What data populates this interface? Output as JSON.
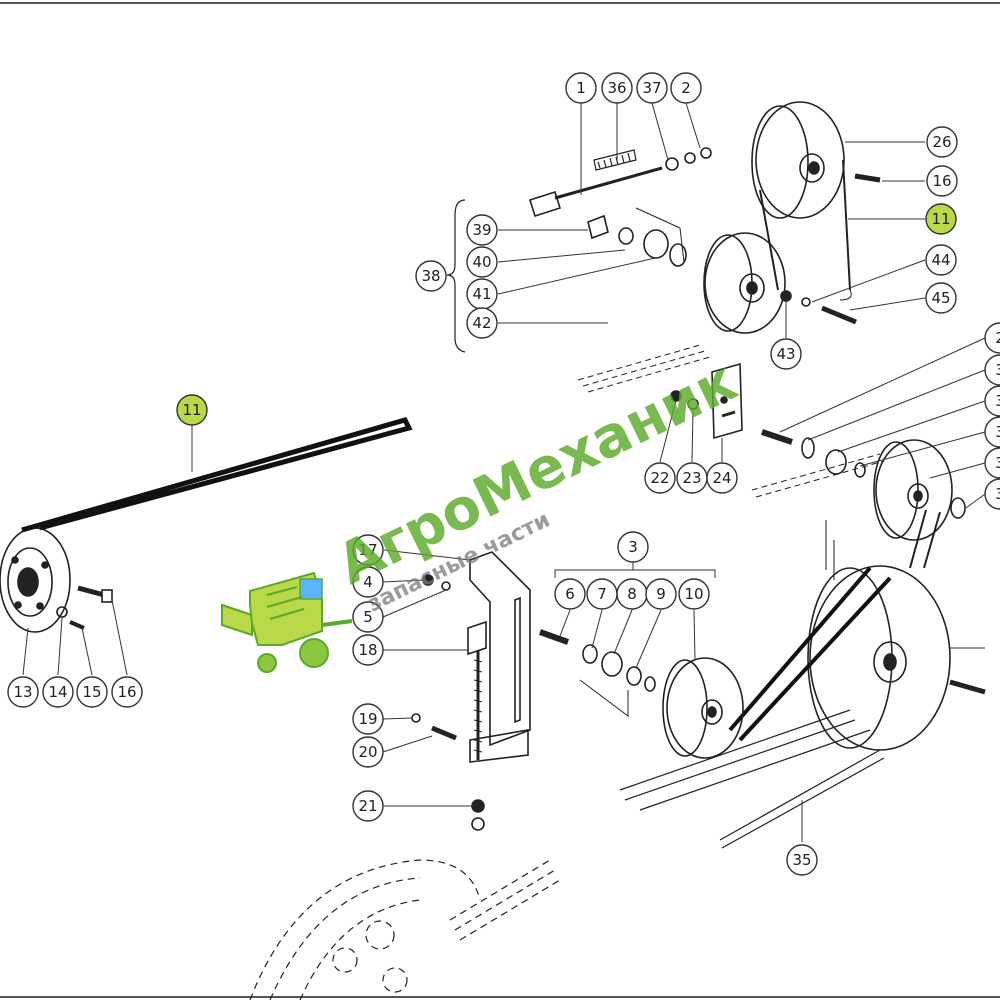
{
  "watermark": {
    "brand": "АгроМеханик",
    "tagline": "запасные части",
    "color": "#5aaa2a"
  },
  "highlight_color": "#b9d84a",
  "callouts": [
    {
      "n": "1"
    },
    {
      "n": "36"
    },
    {
      "n": "37"
    },
    {
      "n": "2"
    },
    {
      "n": "26"
    },
    {
      "n": "16"
    },
    {
      "n": "11"
    },
    {
      "n": "39"
    },
    {
      "n": "38"
    },
    {
      "n": "40"
    },
    {
      "n": "44"
    },
    {
      "n": "41"
    },
    {
      "n": "45"
    },
    {
      "n": "42"
    },
    {
      "n": "43"
    },
    {
      "n": "2"
    },
    {
      "n": "3"
    },
    {
      "n": "3"
    },
    {
      "n": "3"
    },
    {
      "n": "3"
    },
    {
      "n": "3"
    },
    {
      "n": "11"
    },
    {
      "n": "22"
    },
    {
      "n": "23"
    },
    {
      "n": "24"
    },
    {
      "n": "17"
    },
    {
      "n": "3"
    },
    {
      "n": "4"
    },
    {
      "n": "6"
    },
    {
      "n": "7"
    },
    {
      "n": "8"
    },
    {
      "n": "9"
    },
    {
      "n": "10"
    },
    {
      "n": "5"
    },
    {
      "n": "18"
    },
    {
      "n": "13"
    },
    {
      "n": "14"
    },
    {
      "n": "15"
    },
    {
      "n": "16"
    },
    {
      "n": "19"
    },
    {
      "n": "20"
    },
    {
      "n": "21"
    },
    {
      "n": "35"
    }
  ]
}
